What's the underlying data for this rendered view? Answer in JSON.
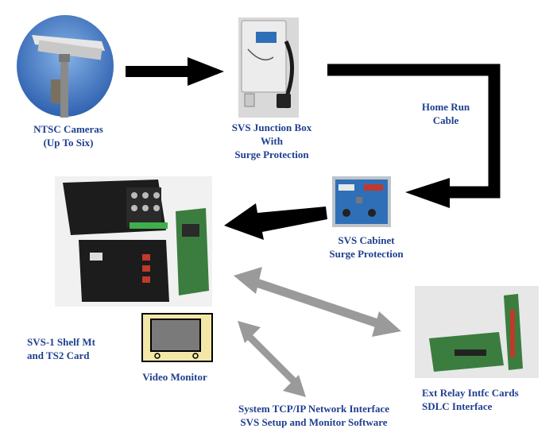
{
  "labels": {
    "cameras": [
      "NTSC Cameras",
      "(Up To Six)"
    ],
    "junction": [
      "SVS Junction Box",
      "With",
      "Surge Protection"
    ],
    "homerun": [
      "Home Run",
      "Cable"
    ],
    "cabinet": [
      "SVS Cabinet",
      "Surge Protection"
    ],
    "shelf": [
      "SVS-1 Shelf Mt",
      "and TS2 Card"
    ],
    "monitor": [
      "Video Monitor"
    ],
    "network": [
      "System TCP/IP Network Interface",
      "SVS Setup and Monitor Software"
    ],
    "relay": [
      "Ext Relay Intfc Cards",
      "SDLC Interface"
    ]
  },
  "colors": {
    "label_text": "#1f3f8f",
    "black_arrow": "#000000",
    "gray_arrow": "#9a9a9a",
    "sky": "#3f76c4",
    "device_dark": "#1c1c1c",
    "board_green": "#3b7d3f",
    "board_blue": "#2f6fb8",
    "monitor_frame": "#f3e7a8"
  }
}
